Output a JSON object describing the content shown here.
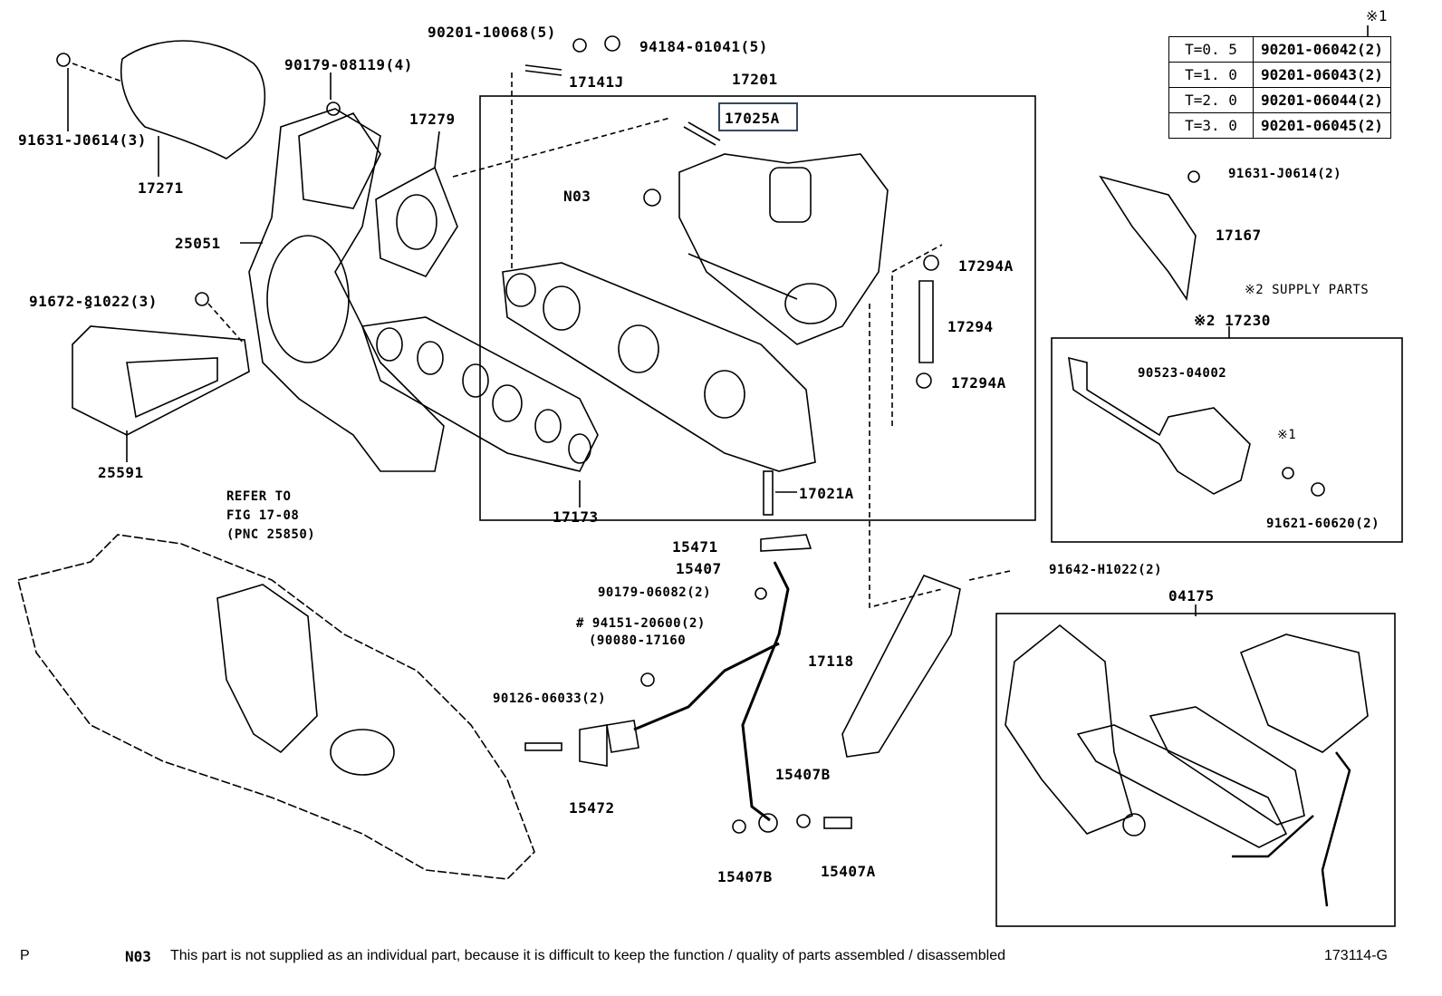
{
  "labels": [
    "90201-10068(5)",
    "94184-01041(5)",
    "90179-08119(4)",
    "17141J",
    "17201",
    "17025A",
    "17279",
    "91631-J0614(3)",
    "17271",
    "N03",
    "25051",
    "17294A",
    "17294",
    "17294A",
    "91672-81022(3)",
    "25591",
    "17173",
    "17021A",
    "REFER TO",
    "FIG 17-08",
    "(PNC 25850)",
    "15471",
    "15407",
    "90179-06082(2)",
    "# 94151-20600(2)",
    "(90080-17160",
    "17118",
    "90126-06033(2)",
    "15472",
    "15407B",
    "15407B",
    "15407A",
    "91631-J0614(2)",
    "17167",
    "※2 SUPPLY PARTS",
    "※2 17230",
    "90523-04002",
    "※1",
    "91621-60620(2)",
    "91642-H1022(2)",
    "04175"
  ],
  "table": {
    "marker": "※1",
    "rows": [
      {
        "thickness": "T=0. 5",
        "part": "90201-06042(2)"
      },
      {
        "thickness": "T=1. 0",
        "part": "90201-06043(2)"
      },
      {
        "thickness": "T=2. 0",
        "part": "90201-06044(2)"
      },
      {
        "thickness": "T=3. 0",
        "part": "90201-06045(2)"
      }
    ]
  },
  "highlighted_part": "17025A",
  "footer": {
    "left": "P",
    "note_code": "N03",
    "note_text": "This part is not supplied as an individual part, because it is difficult to keep the function / quality of parts  assembled / disassembled",
    "figure_id": "173114-G"
  },
  "colors": {
    "highlight_box": "#34495e",
    "line": "#000000"
  }
}
